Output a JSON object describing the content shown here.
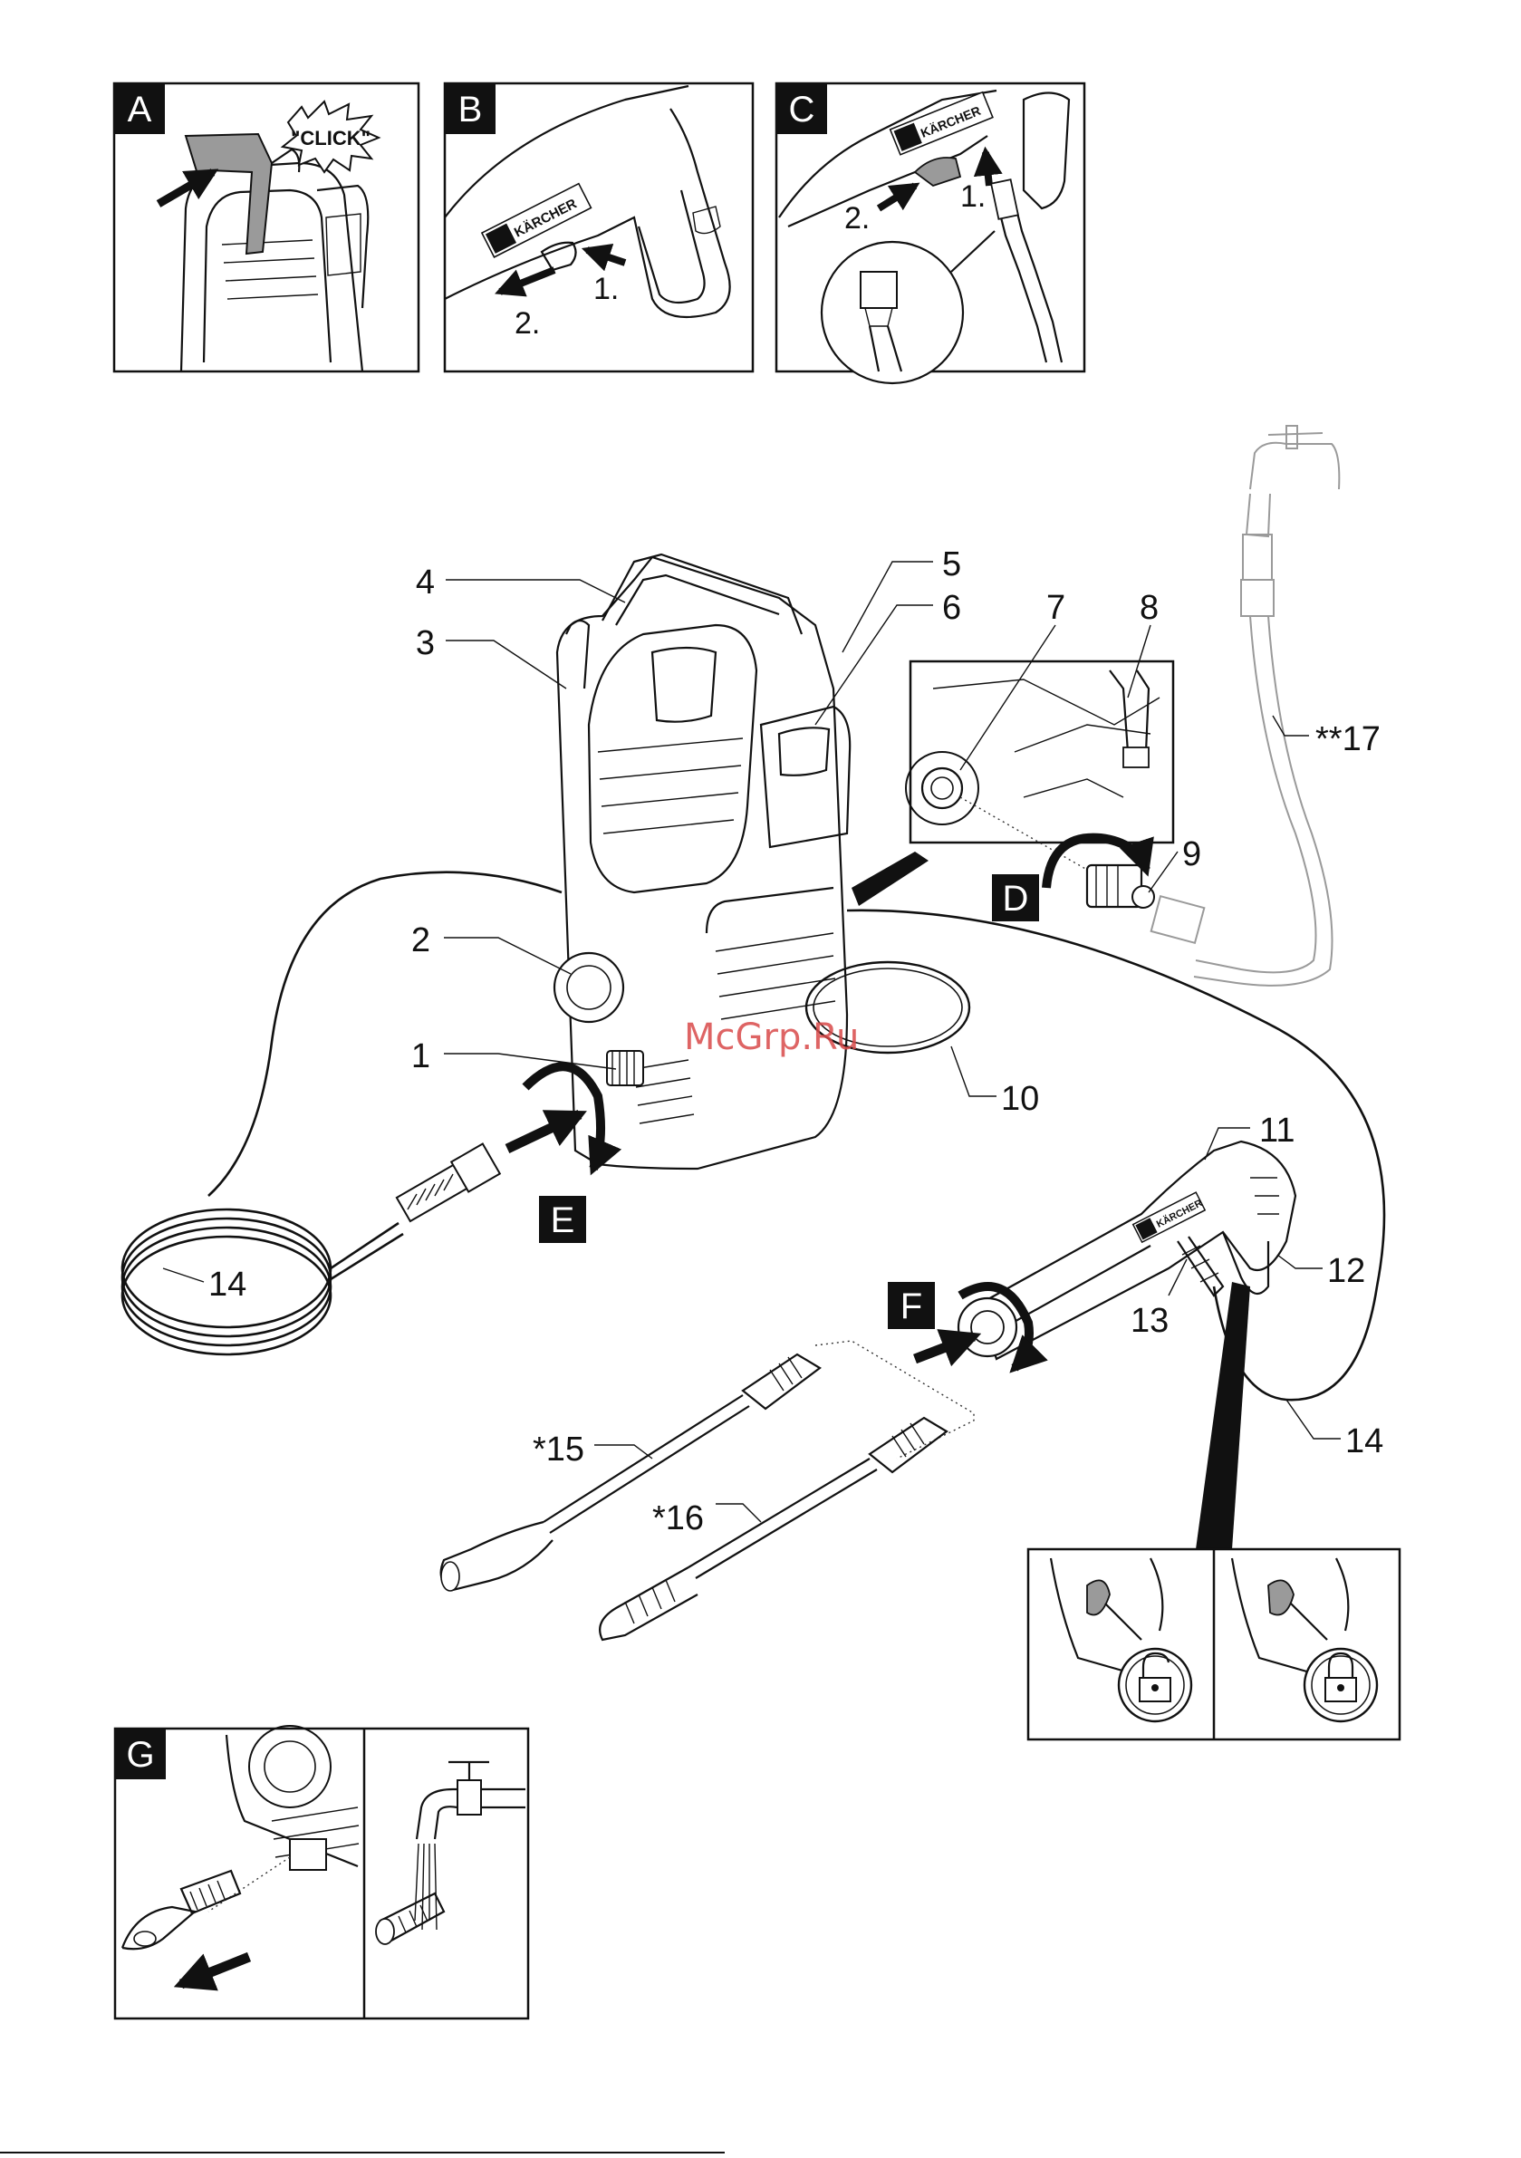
{
  "panels": {
    "a": {
      "letter": "A",
      "click_text": "\"CLICK\""
    },
    "b": {
      "letter": "B",
      "step1": "1.",
      "step2": "2.",
      "brand": "KÄRCHER"
    },
    "c": {
      "letter": "C",
      "step1": "1.",
      "step2": "2.",
      "brand": "KÄRCHER"
    },
    "d": {
      "letter": "D"
    },
    "e": {
      "letter": "E"
    },
    "f": {
      "letter": "F"
    },
    "g": {
      "letter": "G"
    }
  },
  "callouts": {
    "c1": "1",
    "c2": "2",
    "c3": "3",
    "c4": "4",
    "c5": "5",
    "c6": "6",
    "c7": "7",
    "c8": "8",
    "c9": "9",
    "c10": "10",
    "c11": "11",
    "c12": "12",
    "c13": "13",
    "c14a": "14",
    "c14b": "14",
    "c15": "*15",
    "c16": "*16",
    "c17": "**17"
  },
  "gun_brand": "KÄRCHER",
  "watermark": "McGrp.Ru",
  "icons": [
    "unlock-icon",
    "lock-icon",
    "click-burst-icon",
    "arrow-icon",
    "rotate-arrow-icon",
    "water-tap-icon"
  ]
}
